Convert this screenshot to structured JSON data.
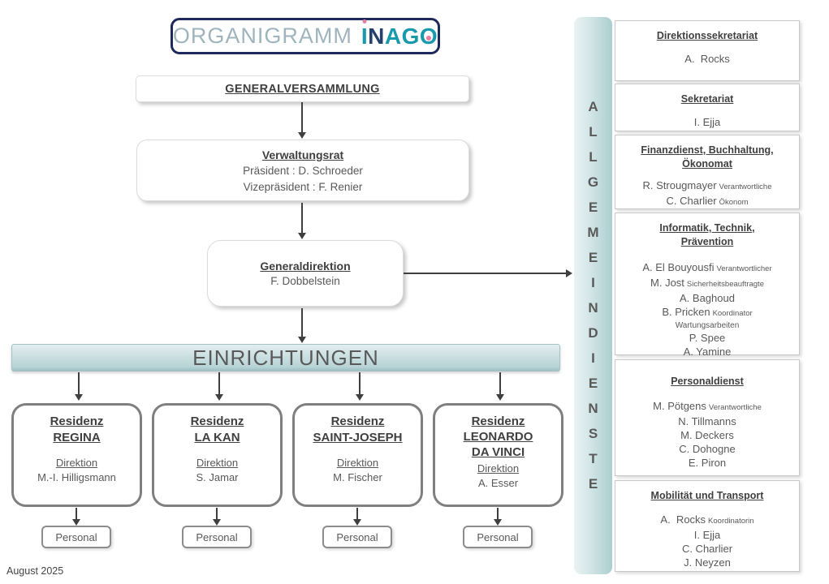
{
  "logo": {
    "wordmark": "ORGANIGRAMM",
    "brand": "INAGO",
    "letters": [
      "I",
      "N",
      "A",
      "G",
      "O"
    ]
  },
  "footer": {
    "date": "August 2025"
  },
  "hierarchy": {
    "generalversammlung": {
      "title": "GENERALVERSAMMLUNG"
    },
    "verwaltungsrat": {
      "title": "Verwaltungsrat",
      "lines": [
        "Präsident : D. Schroeder",
        "Vizepräsident : F. Renier"
      ]
    },
    "generaldirektion": {
      "title": "Generaldirektion",
      "name": "F. Dobbelstein"
    },
    "einrichtungen_banner": "EINRICHTUNGEN",
    "residences": [
      {
        "title_lines": [
          "Residenz",
          "REGINA"
        ],
        "role": "Direktion",
        "name": "M.-I. Hilligsmann",
        "staff_label": "Personal"
      },
      {
        "title_lines": [
          "Residenz",
          "LA KAN"
        ],
        "role": "Direktion",
        "name": "S. Jamar",
        "staff_label": "Personal"
      },
      {
        "title_lines": [
          "Residenz",
          "SAINT-JOSEPH"
        ],
        "role": "Direktion",
        "name": "M. Fischer",
        "staff_label": "Personal"
      },
      {
        "title_lines": [
          "Residenz",
          "LEONARDO",
          "DA VINCI"
        ],
        "role": "Direktion",
        "name": "A. Esser",
        "staff_label": "Personal"
      }
    ]
  },
  "services": {
    "sidebar_word": "ALLGEMEINDIENSTE",
    "sidebar_letters": [
      "A",
      "L",
      "L",
      "G",
      "E",
      "M",
      "E",
      "I",
      "N",
      "D",
      "I",
      "E",
      "N",
      "S",
      "T",
      "E"
    ],
    "boxes": [
      {
        "title_lines": [
          "Direktionssekretariat"
        ],
        "members": [
          {
            "name": "A.  Rocks",
            "role": ""
          }
        ]
      },
      {
        "title_lines": [
          "Sekretariat"
        ],
        "members": [
          {
            "name": "I. Ejja",
            "role": ""
          }
        ]
      },
      {
        "title_lines": [
          "Finanzdienst, Buchhaltung,",
          "Ökonomat"
        ],
        "members": [
          {
            "name": "R. Strougmayer",
            "role": "Verantwortliche"
          },
          {
            "name": "C. Charlier",
            "role": "Ökonom"
          }
        ]
      },
      {
        "title_lines": [
          "Informatik, Technik,",
          "Prävention"
        ],
        "members": [
          {
            "name": "A. El Bouyousfi",
            "role": "Verantwortlicher"
          },
          {
            "name": "M. Jost",
            "role": "Sicherheitsbeauftragte"
          },
          {
            "name": "A. Baghoud",
            "role": ""
          },
          {
            "name": "B. Pricken",
            "role": "Koordinator",
            "role_line2": "Wartungsarbeiten"
          },
          {
            "name": "P. Spee",
            "role": ""
          },
          {
            "name": "A. Yamine",
            "role": ""
          }
        ]
      },
      {
        "title_lines": [
          "Personaldienst"
        ],
        "members": [
          {
            "name": "M. Pötgens",
            "role": "Verantwortliche"
          },
          {
            "name": "N. Tillmanns",
            "role": ""
          },
          {
            "name": "M. Deckers",
            "role": ""
          },
          {
            "name": "C. Dohogne",
            "role": ""
          },
          {
            "name": "E. Piron",
            "role": ""
          }
        ]
      },
      {
        "title_lines": [
          "Mobilität und Transport"
        ],
        "members": [
          {
            "name": "A.  Rocks",
            "role": "Koordinatorin"
          },
          {
            "name": "I. Ejja",
            "role": ""
          },
          {
            "name": "C. Charlier",
            "role": ""
          },
          {
            "name": "J. Neyzen",
            "role": ""
          }
        ]
      }
    ]
  },
  "colors": {
    "teal_accent": "#1899ae",
    "navy": "#24406e",
    "pink": "#e87ca4",
    "panel_teal": "#bcd8da",
    "text_primary": "#404040",
    "text_secondary": "#595959",
    "border_gray": "#7f7f7f"
  }
}
